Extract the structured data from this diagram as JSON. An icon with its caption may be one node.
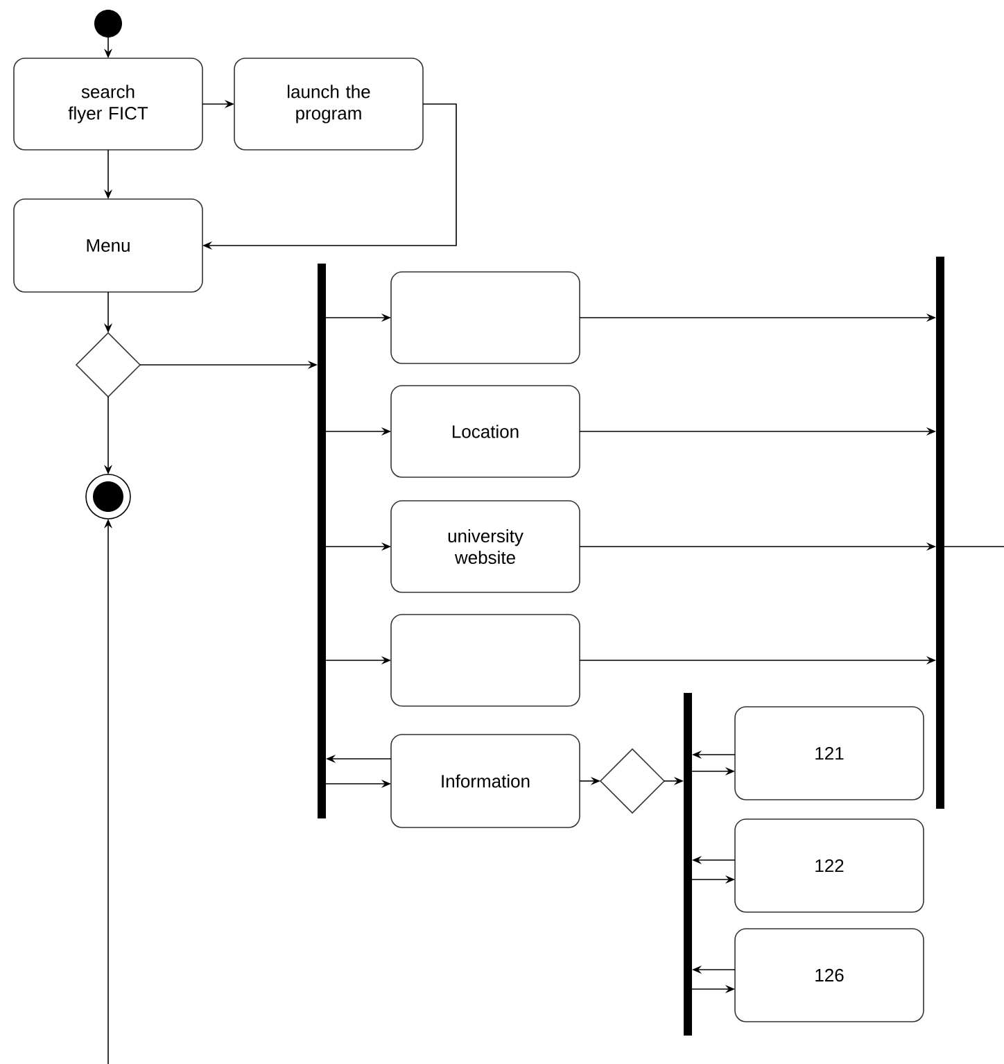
{
  "diagram": {
    "nodes": [
      {
        "text": [],
        "shape": "circle"
      },
      {
        "text": [
          "search flyer FICT"
        ]
      },
      {
        "text": [
          "launch the program"
        ]
      },
      {
        "text": [
          "Menu"
        ]
      },
      {
        "text": [],
        "shape": "diamond"
      },
      {
        "text": [],
        "shape": "circle"
      },
      {
        "text": [],
        "shape": "bar"
      },
      {
        "text": [],
        "shape": "box"
      },
      {
        "text": [
          "Location"
        ]
      },
      {
        "text": [
          "university website"
        ]
      },
      {
        "text": [],
        "shape": "box"
      },
      {
        "text": [
          "Information"
        ]
      },
      {
        "text": [],
        "shape": "diamond"
      },
      {
        "text": [],
        "shape": "bar"
      },
      {
        "text": [
          "121"
        ]
      },
      {
        "text": [
          "122"
        ]
      },
      {
        "text": [
          "126"
        ]
      },
      {
        "text": [],
        "shape": "bar"
      }
    ],
    "edges": [
      {
        "from": 0,
        "to": 1,
        "arrow": "to"
      },
      {
        "from": 1,
        "to": 2,
        "arrow": "to"
      },
      {
        "from": 1,
        "to": 3,
        "arrow": "to"
      },
      {
        "from": 2,
        "to": 3,
        "arrow": "to"
      },
      {
        "from": 3,
        "to": 4,
        "arrow": "to"
      },
      {
        "from": 4,
        "to": 6,
        "arrow": "to"
      },
      {
        "from": 4,
        "to": 5,
        "arrow": "to"
      },
      {
        "from": 6,
        "to": 7,
        "arrow": "to"
      },
      {
        "from": 6,
        "to": 8,
        "arrow": "to"
      },
      {
        "from": 6,
        "to": 9,
        "arrow": "to"
      },
      {
        "from": 6,
        "to": 10,
        "arrow": "to"
      },
      {
        "from": 11,
        "to": 6,
        "arrow": "to"
      },
      {
        "from": 6,
        "to": 11,
        "arrow": "to"
      },
      {
        "from": 11,
        "to": 12,
        "arrow": "to"
      },
      {
        "from": 12,
        "to": 13,
        "arrow": "to"
      },
      {
        "from": 14,
        "to": 13,
        "arrow": "to"
      },
      {
        "from": 13,
        "to": 14,
        "arrow": "to"
      },
      {
        "from": 15,
        "to": 13,
        "arrow": "to"
      },
      {
        "from": 13,
        "to": 15,
        "arrow": "to"
      },
      {
        "from": 16,
        "to": 13,
        "arrow": "to"
      },
      {
        "from": 13,
        "to": 16,
        "arrow": "to"
      },
      {
        "from": 7,
        "to": 17,
        "arrow": "to"
      },
      {
        "from": 8,
        "to": 17,
        "arrow": "to"
      },
      {
        "from": 9,
        "to": 17,
        "arrow": "to"
      },
      {
        "from": 10,
        "to": 17,
        "arrow": "to"
      },
      {
        "from": 17,
        "to": null,
        "arrow": "none"
      },
      {
        "from": null,
        "to": 5,
        "arrow": "to"
      }
    ]
  }
}
